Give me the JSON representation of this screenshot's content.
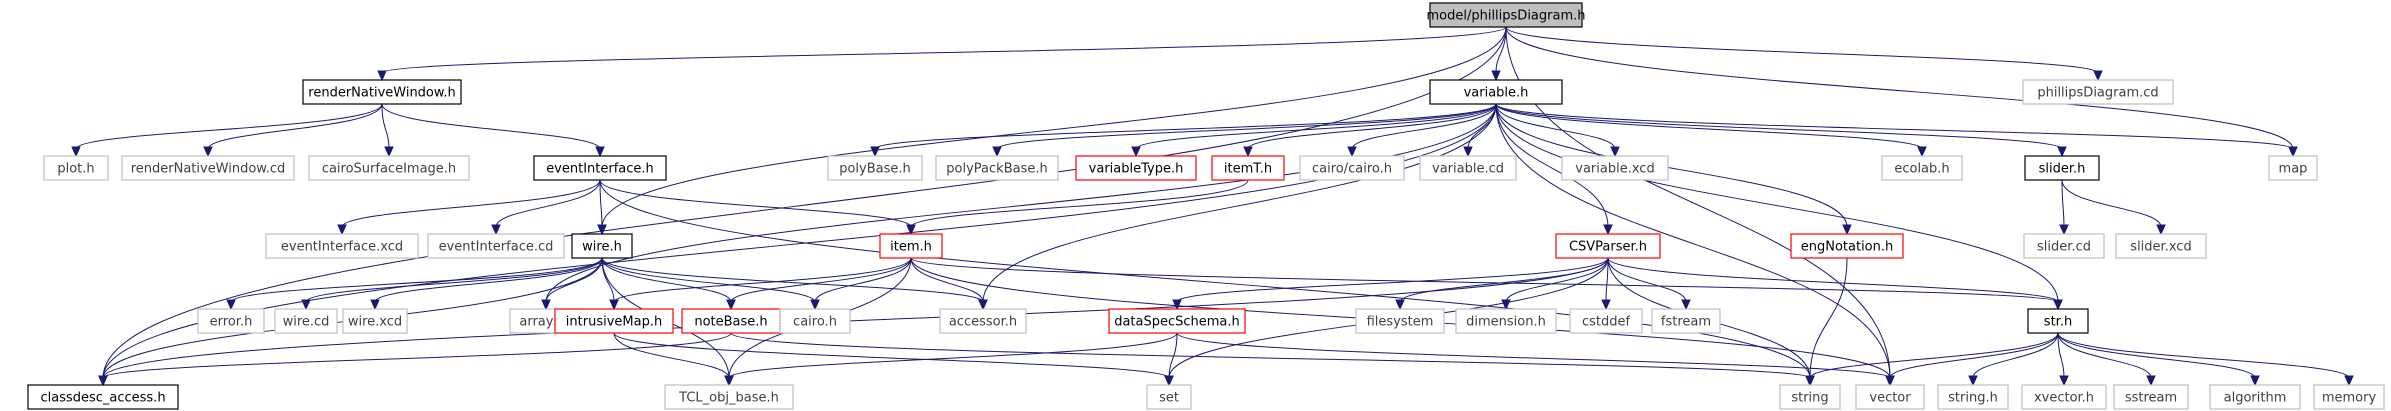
{
  "graph": {
    "root": "model/phillipsDiagram.h",
    "nodes": {
      "phillipsDiagram_h": {
        "label": "model/phillipsDiagram.h",
        "style": "root"
      },
      "renderNativeWindow_h": {
        "label": "renderNativeWindow.h",
        "style": "black"
      },
      "variable_h": {
        "label": "variable.h",
        "style": "black"
      },
      "phillipsDiagram_cd": {
        "label": "phillipsDiagram.cd",
        "style": "grey"
      },
      "plot_h": {
        "label": "plot.h",
        "style": "grey"
      },
      "renderNativeWindow_cd": {
        "label": "renderNativeWindow.cd",
        "style": "grey"
      },
      "cairoSurfaceImage_h": {
        "label": "cairoSurfaceImage.h",
        "style": "grey"
      },
      "eventInterface_h": {
        "label": "eventInterface.h",
        "style": "black"
      },
      "polyBase_h": {
        "label": "polyBase.h",
        "style": "grey"
      },
      "polyPackBase_h": {
        "label": "polyPackBase.h",
        "style": "grey"
      },
      "variableType_h": {
        "label": "variableType.h",
        "style": "red"
      },
      "itemT_h": {
        "label": "itemT.h",
        "style": "red"
      },
      "cairo_cairo_h": {
        "label": "cairo/cairo.h",
        "style": "grey"
      },
      "variable_cd": {
        "label": "variable.cd",
        "style": "grey"
      },
      "variable_xcd": {
        "label": "variable.xcd",
        "style": "grey"
      },
      "ecolab_h": {
        "label": "ecolab.h",
        "style": "grey"
      },
      "slider_h": {
        "label": "slider.h",
        "style": "black"
      },
      "map": {
        "label": "map",
        "style": "grey"
      },
      "eventInterface_xcd": {
        "label": "eventInterface.xcd",
        "style": "grey"
      },
      "eventInterface_cd": {
        "label": "eventInterface.cd",
        "style": "grey"
      },
      "wire_h": {
        "label": "wire.h",
        "style": "black"
      },
      "item_h": {
        "label": "item.h",
        "style": "red"
      },
      "CSVParser_h": {
        "label": "CSVParser.h",
        "style": "red"
      },
      "engNotation_h": {
        "label": "engNotation.h",
        "style": "red"
      },
      "slider_cd": {
        "label": "slider.cd",
        "style": "grey"
      },
      "slider_xcd": {
        "label": "slider.xcd",
        "style": "grey"
      },
      "error_h": {
        "label": "error.h",
        "style": "grey"
      },
      "wire_cd": {
        "label": "wire.cd",
        "style": "grey"
      },
      "wire_xcd": {
        "label": "wire.xcd",
        "style": "grey"
      },
      "arrays_h": {
        "label": "arrays.h",
        "style": "grey"
      },
      "intrusiveMap_h": {
        "label": "intrusiveMap.h",
        "style": "red"
      },
      "noteBase_h": {
        "label": "noteBase.h",
        "style": "red"
      },
      "cairo_h": {
        "label": "cairo.h",
        "style": "grey"
      },
      "accessor_h": {
        "label": "accessor.h",
        "style": "grey"
      },
      "dataSpecSchema_h": {
        "label": "dataSpecSchema.h",
        "style": "red"
      },
      "filesystem": {
        "label": "filesystem",
        "style": "grey"
      },
      "dimension_h": {
        "label": "dimension.h",
        "style": "grey"
      },
      "cstddef": {
        "label": "cstddef",
        "style": "grey"
      },
      "fstream": {
        "label": "fstream",
        "style": "grey"
      },
      "str_h": {
        "label": "str.h",
        "style": "black"
      },
      "classdesc_access_h": {
        "label": "classdesc_access.h",
        "style": "black"
      },
      "TCL_obj_base_h": {
        "label": "TCL_obj_base.h",
        "style": "grey"
      },
      "set": {
        "label": "set",
        "style": "grey"
      },
      "string": {
        "label": "string",
        "style": "grey"
      },
      "vector": {
        "label": "vector",
        "style": "grey"
      },
      "string_h": {
        "label": "string.h",
        "style": "grey"
      },
      "xvector_h": {
        "label": "xvector.h",
        "style": "grey"
      },
      "sstream": {
        "label": "sstream",
        "style": "grey"
      },
      "algorithm": {
        "label": "algorithm",
        "style": "grey"
      },
      "memory": {
        "label": "memory",
        "style": "grey"
      }
    },
    "edges": [
      [
        "phillipsDiagram_h",
        "renderNativeWindow_h"
      ],
      [
        "phillipsDiagram_h",
        "variable_h"
      ],
      [
        "phillipsDiagram_h",
        "phillipsDiagram_cd"
      ],
      [
        "phillipsDiagram_h",
        "map"
      ],
      [
        "phillipsDiagram_h",
        "wire_h"
      ],
      [
        "phillipsDiagram_h",
        "classdesc_access_h"
      ],
      [
        "phillipsDiagram_h",
        "vector"
      ],
      [
        "renderNativeWindow_h",
        "plot_h"
      ],
      [
        "renderNativeWindow_h",
        "renderNativeWindow_cd"
      ],
      [
        "renderNativeWindow_h",
        "cairoSurfaceImage_h"
      ],
      [
        "renderNativeWindow_h",
        "eventInterface_h"
      ],
      [
        "variable_h",
        "polyBase_h"
      ],
      [
        "variable_h",
        "polyPackBase_h"
      ],
      [
        "variable_h",
        "variableType_h"
      ],
      [
        "variable_h",
        "itemT_h"
      ],
      [
        "variable_h",
        "cairo_cairo_h"
      ],
      [
        "variable_h",
        "variable_cd"
      ],
      [
        "variable_h",
        "variable_xcd"
      ],
      [
        "variable_h",
        "ecolab_h"
      ],
      [
        "variable_h",
        "slider_h"
      ],
      [
        "variable_h",
        "map"
      ],
      [
        "variable_h",
        "CSVParser_h"
      ],
      [
        "variable_h",
        "engNotation_h"
      ],
      [
        "variable_h",
        "accessor_h"
      ],
      [
        "variable_h",
        "arrays_h"
      ],
      [
        "variable_h",
        "classdesc_access_h"
      ],
      [
        "variable_h",
        "vector"
      ],
      [
        "variable_h",
        "str_h"
      ],
      [
        "eventInterface_h",
        "eventInterface_xcd"
      ],
      [
        "eventInterface_h",
        "eventInterface_cd"
      ],
      [
        "eventInterface_h",
        "wire_h"
      ],
      [
        "eventInterface_h",
        "item_h"
      ],
      [
        "eventInterface_h",
        "string"
      ],
      [
        "itemT_h",
        "item_h"
      ],
      [
        "slider_h",
        "slider_cd"
      ],
      [
        "slider_h",
        "slider_xcd"
      ],
      [
        "wire_h",
        "error_h"
      ],
      [
        "wire_h",
        "wire_cd"
      ],
      [
        "wire_h",
        "wire_xcd"
      ],
      [
        "wire_h",
        "arrays_h"
      ],
      [
        "wire_h",
        "intrusiveMap_h"
      ],
      [
        "wire_h",
        "noteBase_h"
      ],
      [
        "wire_h",
        "cairo_h"
      ],
      [
        "wire_h",
        "accessor_h"
      ],
      [
        "wire_h",
        "classdesc_access_h"
      ],
      [
        "wire_h",
        "TCL_obj_base_h"
      ],
      [
        "item_h",
        "noteBase_h"
      ],
      [
        "item_h",
        "intrusiveMap_h"
      ],
      [
        "item_h",
        "cairo_h"
      ],
      [
        "item_h",
        "accessor_h"
      ],
      [
        "item_h",
        "TCL_obj_base_h"
      ],
      [
        "item_h",
        "str_h"
      ],
      [
        "item_h",
        "vector"
      ],
      [
        "CSVParser_h",
        "dataSpecSchema_h"
      ],
      [
        "CSVParser_h",
        "filesystem"
      ],
      [
        "CSVParser_h",
        "dimension_h"
      ],
      [
        "CSVParser_h",
        "cstddef"
      ],
      [
        "CSVParser_h",
        "fstream"
      ],
      [
        "CSVParser_h",
        "set"
      ],
      [
        "CSVParser_h",
        "string"
      ],
      [
        "CSVParser_h",
        "str_h"
      ],
      [
        "CSVParser_h",
        "classdesc_access_h"
      ],
      [
        "engNotation_h",
        "string"
      ],
      [
        "intrusiveMap_h",
        "set"
      ],
      [
        "intrusiveMap_h",
        "TCL_obj_base_h"
      ],
      [
        "noteBase_h",
        "string"
      ],
      [
        "noteBase_h",
        "classdesc_access_h"
      ],
      [
        "dataSpecSchema_h",
        "set"
      ],
      [
        "dataSpecSchema_h",
        "vector"
      ],
      [
        "dataSpecSchema_h",
        "TCL_obj_base_h"
      ],
      [
        "str_h",
        "string"
      ],
      [
        "str_h",
        "vector"
      ],
      [
        "str_h",
        "string_h"
      ],
      [
        "str_h",
        "xvector_h"
      ],
      [
        "str_h",
        "sstream"
      ],
      [
        "str_h",
        "algorithm"
      ],
      [
        "str_h",
        "memory"
      ]
    ]
  }
}
